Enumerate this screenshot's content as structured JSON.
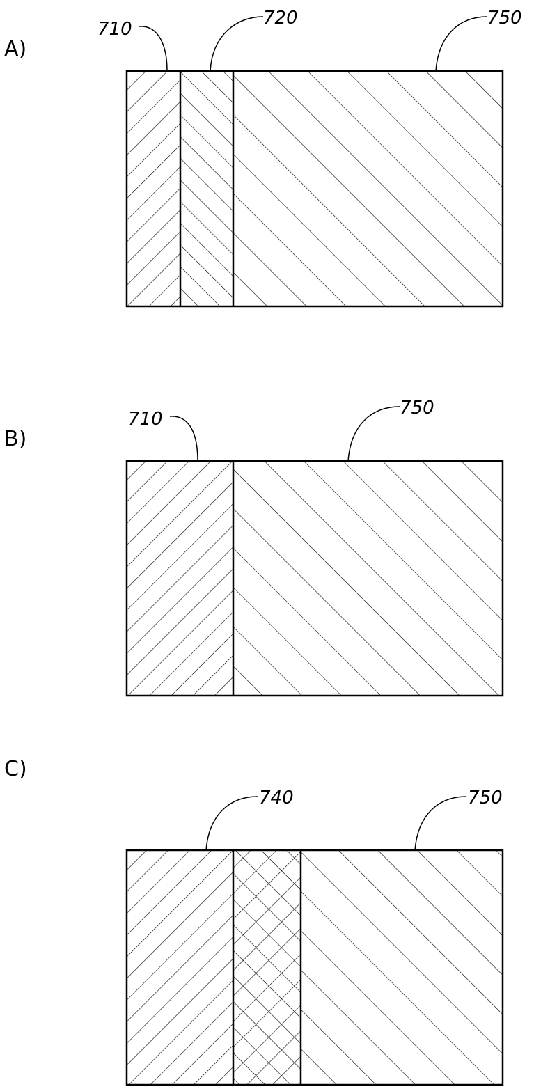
{
  "panels": [
    {
      "label": "A)",
      "regions": [
        {
          "hatch": "forward-dense"
        },
        {
          "hatch": "back-dense"
        },
        {
          "hatch": "back-wide"
        }
      ],
      "callouts": [
        "710",
        "720",
        "750"
      ]
    },
    {
      "label": "B)",
      "regions": [
        {
          "hatch": "forward-dense"
        },
        {
          "hatch": "back-wide"
        }
      ],
      "callouts": [
        "710",
        "750"
      ]
    },
    {
      "label": "C)",
      "regions": [
        {
          "hatch": "forward-dense"
        },
        {
          "hatch": "cross"
        },
        {
          "hatch": "back-wide"
        }
      ],
      "callouts": [
        "740",
        "750"
      ]
    }
  ]
}
